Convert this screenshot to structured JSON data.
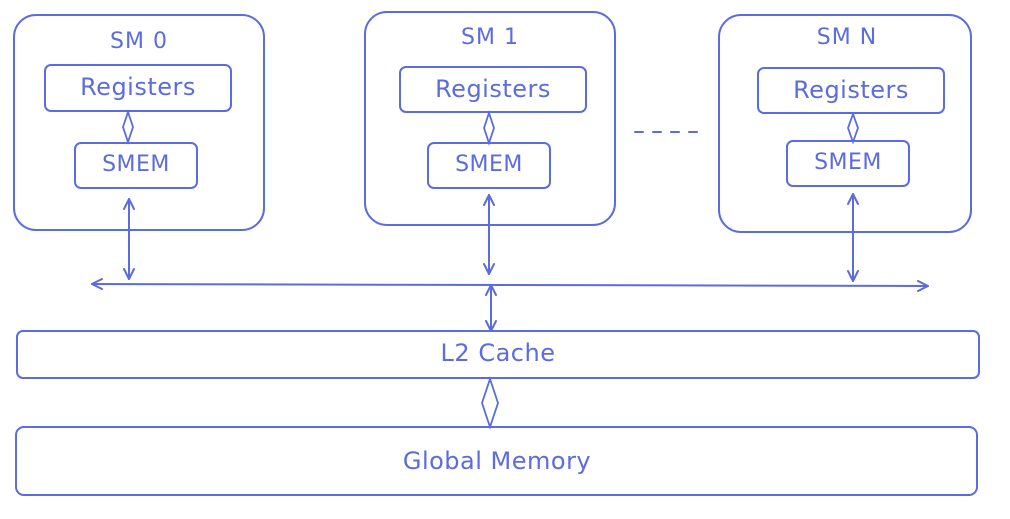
{
  "sms": [
    {
      "title": "SM 0",
      "registers_label": "Registers",
      "smem_label": "SMEM"
    },
    {
      "title": "SM 1",
      "registers_label": "Registers",
      "smem_label": "SMEM"
    },
    {
      "title": "SM N",
      "registers_label": "Registers",
      "smem_label": "SMEM"
    }
  ],
  "l2_cache": {
    "label": "L2 Cache"
  },
  "global_memory": {
    "label": "Global Memory"
  },
  "colors": {
    "stroke": "#5b6be0",
    "background": "#ffffff"
  }
}
